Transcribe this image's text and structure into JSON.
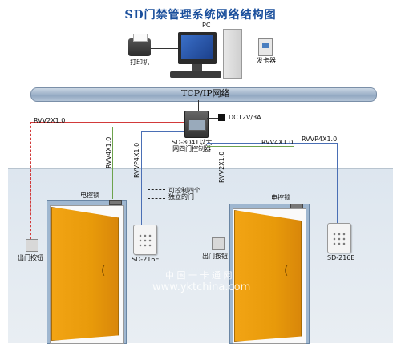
{
  "title": "SD门禁管理系统网络结构图",
  "pc_label": "PC",
  "printer_label": "打印机",
  "card_issuer_label": "发卡器",
  "network_label": "TCP/IP网络",
  "power_label": "DC12V/3A",
  "controller_label": "SD-804T以太\n网四门控制器",
  "cable_rvv2x10": "RVV2X1.0",
  "cable_rvv4x10_a": "RVV4X1.0",
  "cable_rvvp4x10_a": "RVVP4X1.0",
  "cable_rvv2x10_b": "RVV2X1.0",
  "cable_rvv4x10_b": "RVV4X1.0",
  "cable_rvvp4x10_b": "RVVP4X1.0",
  "lock_label_a": "电控锁",
  "lock_label_b": "电控锁",
  "note_label": "可控制四个\n独立的门",
  "exit_button_label_a": "出门按钮",
  "exit_button_label_b": "出门按钮",
  "reader_label_a": "SD-216E",
  "reader_label_b": "SD-216E",
  "watermark_cn": "中 国 一 卡 通 网",
  "watermark_url": "www.yktchina.com",
  "colors": {
    "wire_red": "#d23a3a",
    "wire_green": "#6da34d",
    "wire_blue": "#4a6fb5",
    "wire_dark": "#333333",
    "bus": "#9fb2c8",
    "door": "#f0a010"
  }
}
